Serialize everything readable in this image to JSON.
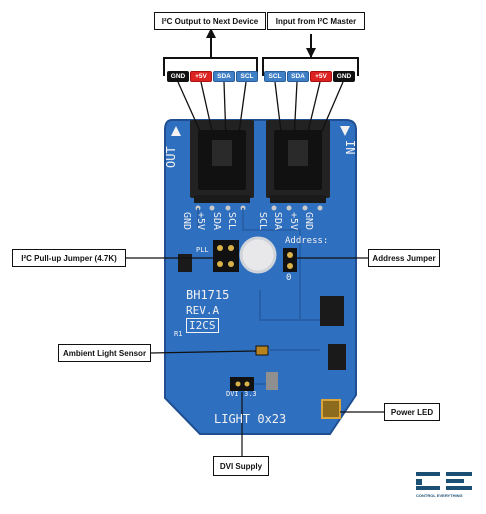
{
  "labels": {
    "i2c_output": "I²C Output to Next Device",
    "i2c_input": "Input from I²C Master",
    "pullup_jumper": "I²C Pull-up Jumper (4.7K)",
    "address_jumper": "Address Jumper",
    "ambient_light_sensor": "Ambient Light Sensor",
    "power_led": "Power LED",
    "dvi_supply": "DVI Supply"
  },
  "pins_left": [
    "GND",
    "+5V",
    "SDA",
    "SCL"
  ],
  "pins_right": [
    "SCL",
    "SDA",
    "+5V",
    "GND"
  ],
  "silkscreen": {
    "out": "OUT",
    "in": "IN",
    "left_header": [
      "GND",
      "+5V",
      "SDA",
      "SCL"
    ],
    "right_header": [
      "SCL",
      "SDA",
      "+5V",
      "GND"
    ],
    "address": "Address:",
    "address_value": "0",
    "pll": "PLL",
    "sensor_model": "BH1715",
    "revision": "REV.A",
    "i2c_badge": "I2CS",
    "r1": "R1",
    "dvi": "DVI",
    "dvi_value": "3.3",
    "light": "LIGHT 0x23"
  },
  "logo": {
    "mark": "CE",
    "text": "CONTROL EVERYTHING"
  },
  "colors": {
    "board": "#2f6fbf",
    "board_edge": "#1f4f92",
    "pin_black": "#111111",
    "pin_red": "#dd2222",
    "pin_blue": "#3f7fc6",
    "silkscreen": "#f2f2f2"
  }
}
